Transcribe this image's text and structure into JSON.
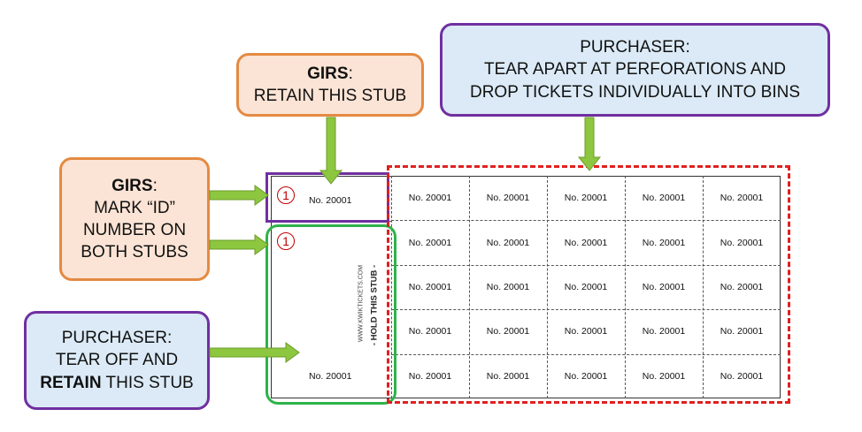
{
  "callouts": {
    "girs_retain": {
      "title": "GIRS",
      "title_suffix": ":",
      "line2": "RETAIN THIS STUB"
    },
    "purchaser_tear_apart": {
      "line1": "PURCHASER:",
      "line2": "TEAR APART AT PERFORATIONS AND",
      "line3": "DROP TICKETS INDIVIDUALLY INTO BINS"
    },
    "girs_mark": {
      "title": "GIRS",
      "title_suffix": ":",
      "line2": "MARK “ID”",
      "line3": "NUMBER ON",
      "line4": "BOTH STUBS"
    },
    "purchaser_retain": {
      "line1": "PURCHASER:",
      "line2": "TEAR OFF AND",
      "line3_bold": "RETAIN",
      "line3_rest": " THIS STUB"
    }
  },
  "ticket": {
    "top_stub_number": "No. 20001",
    "bottom_stub_number": "No. 20001",
    "vertical_url": "WWW.KWIKTICKETS.COM",
    "vertical_hold": "- HOLD THIS STUB -",
    "marker_1": "1",
    "marker_2": "1",
    "grid": [
      [
        "No. 20001",
        "No. 20001",
        "No. 20001",
        "No. 20001",
        "No. 20001"
      ],
      [
        "No. 20001",
        "No. 20001",
        "No. 20001",
        "No. 20001",
        "No. 20001"
      ],
      [
        "No. 20001",
        "No. 20001",
        "No. 20001",
        "No. 20001",
        "No. 20001"
      ],
      [
        "No. 20001",
        "No. 20001",
        "No. 20001",
        "No. 20001",
        "No. 20001"
      ],
      [
        "No. 20001",
        "No. 20001",
        "No. 20001",
        "No. 20001",
        "No. 20001"
      ]
    ]
  },
  "colors": {
    "orange_fill": "#fbe4d5",
    "orange_border": "#e48a43",
    "blue_fill": "#dbeaf6",
    "purple_border": "#7030a0",
    "arrow_green": "#8dc63f",
    "highlight_green": "#2db34a",
    "highlight_red": "#e02020",
    "marker_red": "#c00000"
  }
}
